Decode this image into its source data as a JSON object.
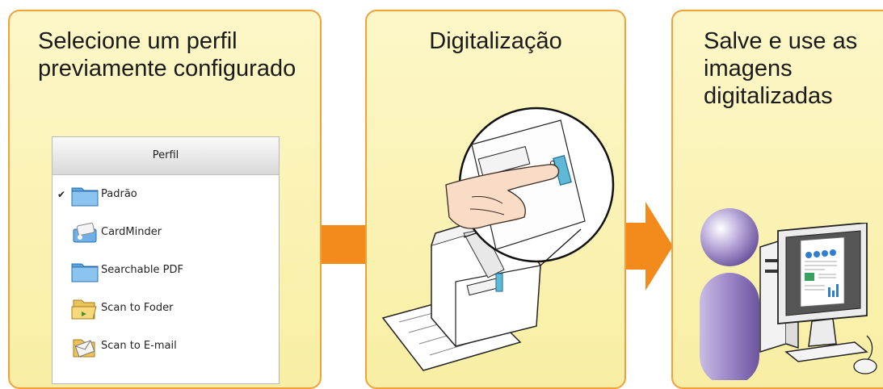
{
  "panels": [
    {
      "title_lines": [
        "Selecione um perfil",
        "previamente configurado"
      ]
    },
    {
      "title_lines": [
        "Digitalização"
      ]
    },
    {
      "title_lines": [
        "Salve e use as",
        "imagens",
        "digitalizadas"
      ]
    }
  ],
  "profile_list": {
    "header": "Perfil",
    "items": [
      {
        "label": "Padrão",
        "selected": true,
        "icon": "folder-icon"
      },
      {
        "label": "CardMinder",
        "selected": false,
        "icon": "card-icon"
      },
      {
        "label": "Searchable PDF",
        "selected": false,
        "icon": "folder-icon"
      },
      {
        "label": "Scan to Foder",
        "selected": false,
        "icon": "open-folder-icon"
      },
      {
        "label": "Scan to E-mail",
        "selected": false,
        "icon": "email-icon"
      }
    ],
    "check_mark": "✔"
  },
  "colors": {
    "panel_fill": "#f8eea3",
    "panel_border": "#f0a13a",
    "arrow": "#f28a1c"
  }
}
